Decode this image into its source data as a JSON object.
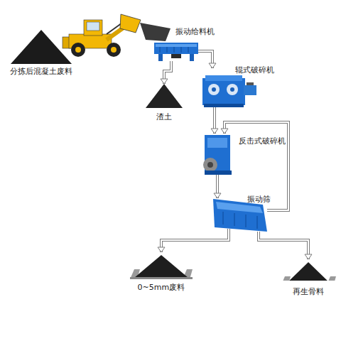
{
  "diagram": {
    "nodes": [
      {
        "text": [
          "分拣后混凝土废料"
        ]
      },
      {
        "text": [
          "振动给料机"
        ]
      },
      {
        "text": [
          "渣土"
        ]
      },
      {
        "text": [
          "辊式破碎机"
        ]
      },
      {
        "text": [
          "反击式破碎机"
        ]
      },
      {
        "text": [
          "振动筛"
        ]
      },
      {
        "text": [
          "0~5mm废料"
        ]
      },
      {
        "text": [
          "再生骨料"
        ]
      }
    ],
    "edges": [
      {
        "from": 1,
        "to": 2,
        "arrow": "to"
      },
      {
        "from": 1,
        "to": 3,
        "arrow": "to"
      },
      {
        "from": 3,
        "to": 4,
        "arrow": "to"
      },
      {
        "from": 4,
        "to": 5,
        "arrow": "to"
      },
      {
        "from": 5,
        "to": 4,
        "arrow": "to"
      },
      {
        "from": 5,
        "to": 6,
        "arrow": "to"
      },
      {
        "from": 5,
        "to": 7,
        "arrow": "to"
      }
    ]
  }
}
